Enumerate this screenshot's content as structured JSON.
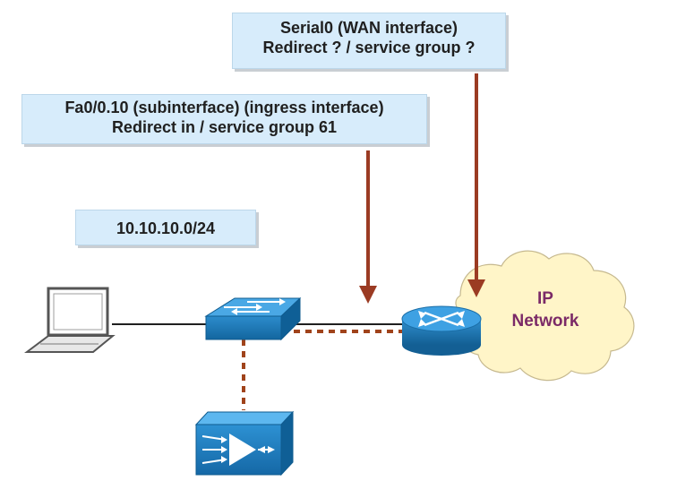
{
  "labels": {
    "serial": {
      "line1": "Serial0 (WAN interface)",
      "line2": "Redirect ? / service group ?"
    },
    "fa": {
      "line1": "Fa0/0.10 (subinterface) (ingress interface)",
      "line2": "Redirect in / service group 61"
    },
    "subnet": {
      "text": "10.10.10.0/24"
    }
  },
  "cloud": {
    "line1": "IP",
    "line2": "Network"
  },
  "colors": {
    "label_bg": "#d7ecfb",
    "arrow": "#9b3b23",
    "dashed_link": "#a0431b",
    "device_blue": "#1f7bbf",
    "cloud_fill": "#fff5c8",
    "cloud_text": "#7b2a67"
  },
  "icons": {
    "laptop": "laptop-icon",
    "switch": "switch-icon",
    "router": "router-icon",
    "wae": "wae-appliance-icon",
    "cloud": "cloud-icon"
  }
}
